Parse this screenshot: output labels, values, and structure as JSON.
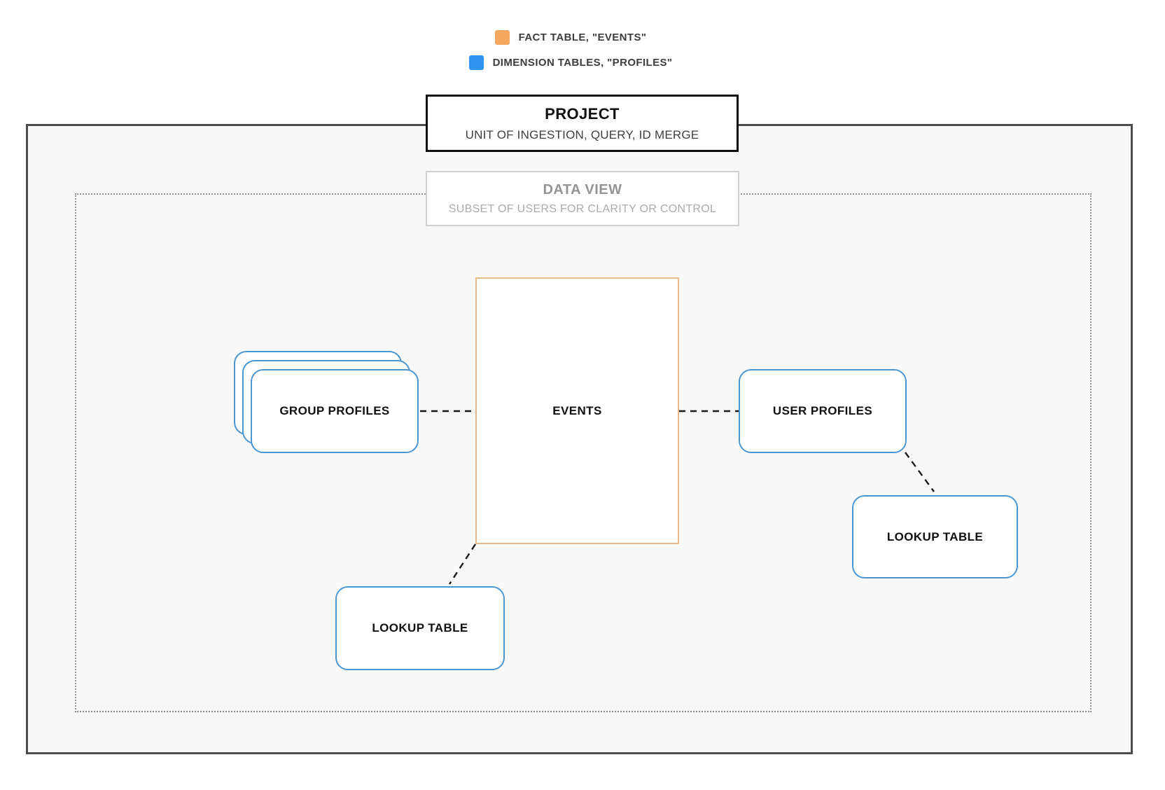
{
  "legend": {
    "items": [
      {
        "id": "fact",
        "label": "FACT TABLE, \"EVENTS\"",
        "color": "#f3a75f"
      },
      {
        "id": "dimension",
        "label": "DIMENSION TABLES, \"PROFILES\"",
        "color": "#2e94ef"
      }
    ]
  },
  "project": {
    "title": "PROJECT",
    "subtitle": "UNIT OF INGESTION, QUERY, ID MERGE"
  },
  "data_view": {
    "title": "DATA VIEW",
    "subtitle": "SUBSET OF USERS FOR CLARITY OR CONTROL"
  },
  "nodes": {
    "events": {
      "label": "EVENTS",
      "type": "fact"
    },
    "group_profiles": {
      "label": "GROUP PROFILES",
      "type": "dimension",
      "stacked": true
    },
    "user_profiles": {
      "label": "USER PROFILES",
      "type": "dimension"
    },
    "lookup_table_bottom": {
      "label": "LOOKUP TABLE",
      "type": "dimension"
    },
    "lookup_table_right": {
      "label": "LOOKUP TABLE",
      "type": "dimension"
    }
  },
  "relationships": [
    {
      "from": "group_profiles",
      "to": "events",
      "style": "dashed"
    },
    {
      "from": "events",
      "to": "user_profiles",
      "style": "dashed"
    },
    {
      "from": "user_profiles",
      "to": "lookup_table_right",
      "style": "dashed"
    },
    {
      "from": "events",
      "to": "lookup_table_bottom",
      "style": "dashed"
    }
  ],
  "colors": {
    "fact_border": "#e8bb80",
    "dimension_border": "#4a96d2",
    "outer_rect_border": "#4c4c4c",
    "outer_rect_fill": "#f8f8f8",
    "dotted_rect_border": "#8f8f8f",
    "connector": "#1a1a1a"
  }
}
